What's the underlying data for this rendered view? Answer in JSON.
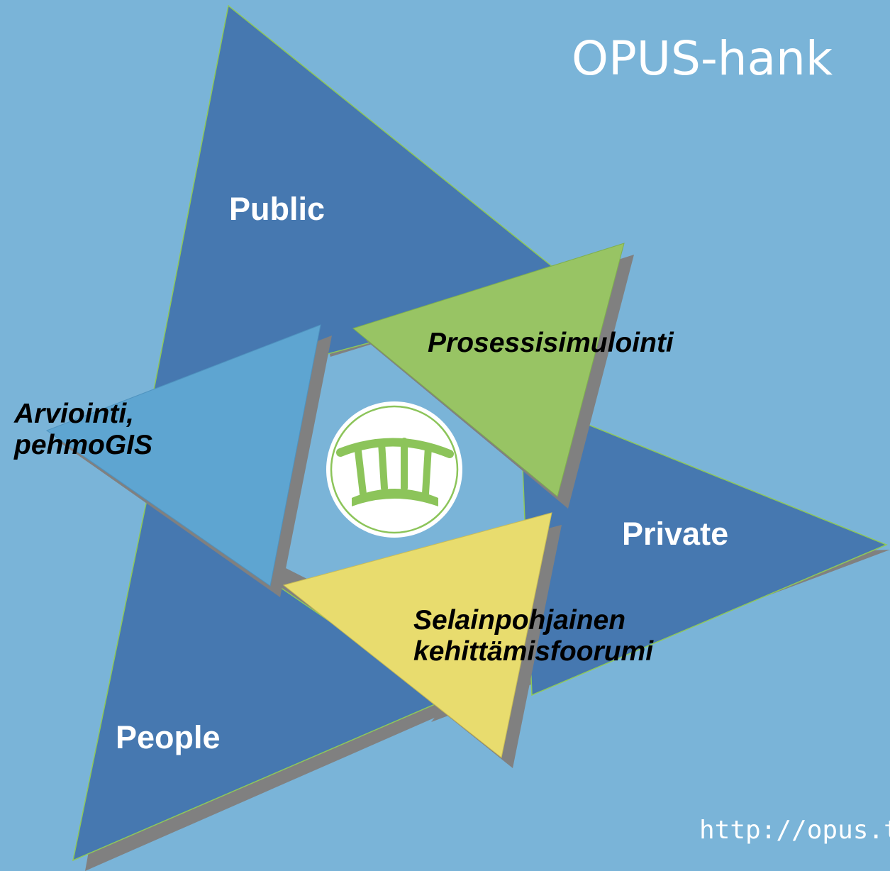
{
  "title": "OPUS-hank",
  "url": "http://opus.t",
  "pillars": {
    "public": "Public",
    "private": "Private",
    "people": "People"
  },
  "tools": {
    "arviointi": {
      "line1": "Arviointi,",
      "line2": "pehmoGIS"
    },
    "prosessi": "Prosessisimulointi",
    "selain": {
      "line1": "Selainpohjainen",
      "line2": "kehittämisfoorumi"
    }
  },
  "colors": {
    "background": "#7ab4d8",
    "big_triangles": "#4678b0",
    "triangle_edge": "#8ec85a",
    "shadow": "#808080",
    "arviointi": "#5ea5d1",
    "prosessi": "#98c464",
    "selain": "#e8dc6e",
    "logo_green": "#8cc45a"
  },
  "icons": [
    "bridge-logo-icon"
  ]
}
